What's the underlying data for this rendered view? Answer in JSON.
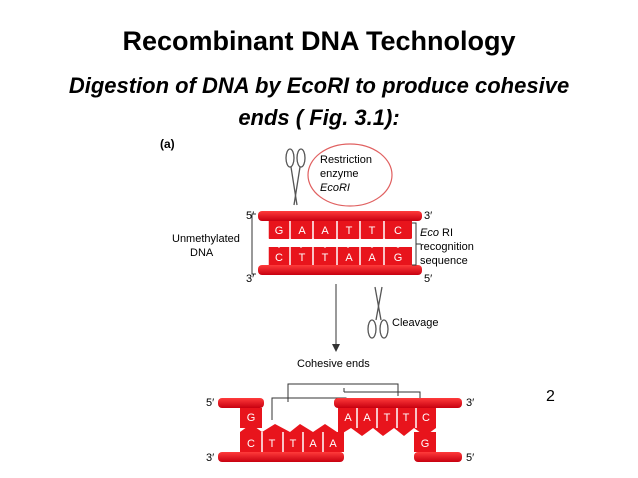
{
  "slide": {
    "title": "Recombinant DNA Technology",
    "subtitle_line1": "Digestion of DNA by EcoRI to produce cohesive",
    "subtitle_line2": "ends  ( Fig. 3.1):",
    "page_number": "2"
  },
  "figure": {
    "panel_label": "(a)",
    "enzyme_bubble": {
      "line1": "Restriction",
      "line2": "enzyme",
      "line3": "EcoRI"
    },
    "dna_label": {
      "line1": "Unmethylated",
      "line2": "DNA"
    },
    "recognition_label": {
      "line1_italic": "Eco",
      "line1_rest": " RI",
      "line2": "recognition",
      "line3": "sequence"
    },
    "cleavage_label": "Cleavage",
    "cohesive_label": "Cohesive ends",
    "ends": {
      "five_prime": "5′",
      "three_prime": "3′"
    },
    "top_bases": [
      "G",
      "A",
      "A",
      "T",
      "T",
      "C"
    ],
    "bottom_bases": [
      "C",
      "T",
      "T",
      "A",
      "A",
      "G"
    ],
    "left_fragment_top": "G",
    "left_fragment_bottom": [
      "C",
      "T",
      "T",
      "A",
      "A"
    ],
    "right_fragment_top": [
      "A",
      "A",
      "T",
      "T",
      "C"
    ],
    "right_fragment_bottom": "G"
  },
  "colors": {
    "strand": "#e8141c",
    "strand_dark": "#b00000",
    "base_text": "#ffffff",
    "bubble_border": "#e06060"
  }
}
